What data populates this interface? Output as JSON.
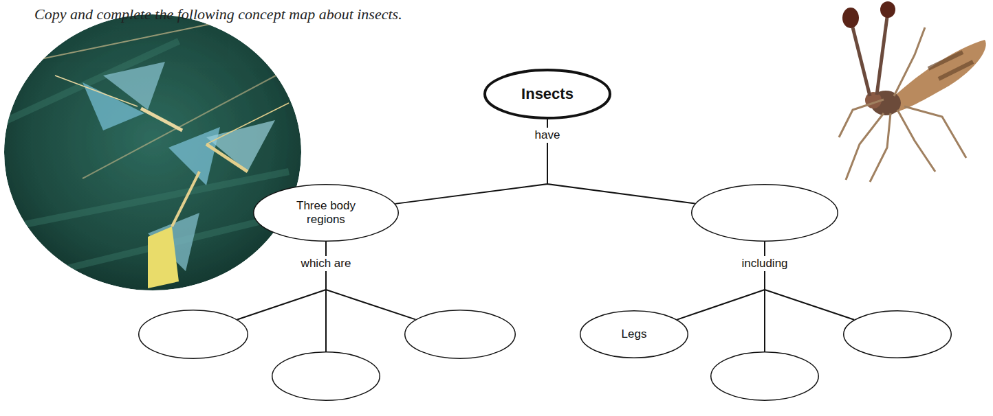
{
  "diagram": {
    "title": "Copy and complete the following concept map about insects.",
    "nodes": [
      {
        "text": [
          "Insects"
        ]
      },
      {
        "text": [
          "Three body regions"
        ]
      },
      {
        "text": []
      },
      {
        "text": []
      },
      {
        "text": []
      },
      {
        "text": []
      },
      {
        "text": [
          "Legs"
        ]
      },
      {
        "text": []
      },
      {
        "text": []
      }
    ],
    "edges": [
      {
        "from": 0,
        "to": 1,
        "arrow": "none",
        "label": "have"
      },
      {
        "from": 0,
        "to": 2,
        "arrow": "none"
      },
      {
        "from": 1,
        "to": 3,
        "arrow": "none",
        "label": "which are"
      },
      {
        "from": 1,
        "to": 4,
        "arrow": "none"
      },
      {
        "from": 1,
        "to": 5,
        "arrow": "none"
      },
      {
        "from": 2,
        "to": 6,
        "arrow": "none",
        "label": "including"
      },
      {
        "from": 2,
        "to": 7,
        "arrow": "none"
      },
      {
        "from": 2,
        "to": 8,
        "arrow": "none"
      }
    ]
  }
}
